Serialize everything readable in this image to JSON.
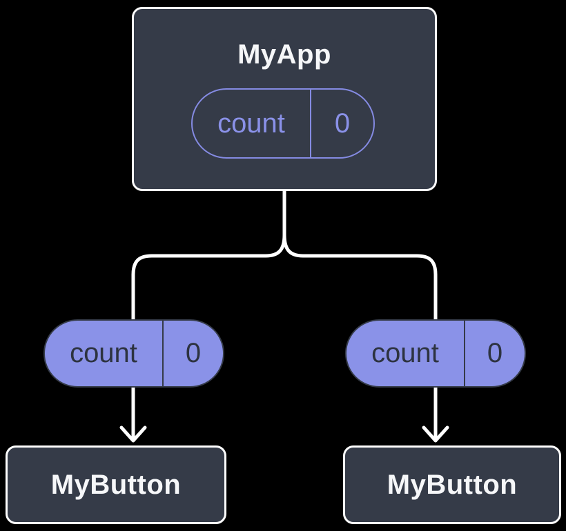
{
  "diagram": {
    "description": "Component tree diagram: parent component sharing state with two child buttons",
    "colors": {
      "background": "#000000",
      "node_fill": "#353b48",
      "node_border": "#ffffff",
      "node_title_text": "#f6f7f9",
      "accent_purple_stroke": "#858be3",
      "accent_purple_fill": "#8a92e8",
      "pill_dark_text": "#2d3340",
      "connector": "#ffffff"
    }
  },
  "tree": {
    "root": {
      "title": "MyApp",
      "state": {
        "label": "count",
        "value": "0"
      }
    },
    "branches": [
      {
        "state": {
          "label": "count",
          "value": "0"
        },
        "child": {
          "title": "MyButton"
        }
      },
      {
        "state": {
          "label": "count",
          "value": "0"
        },
        "child": {
          "title": "MyButton"
        }
      }
    ]
  }
}
